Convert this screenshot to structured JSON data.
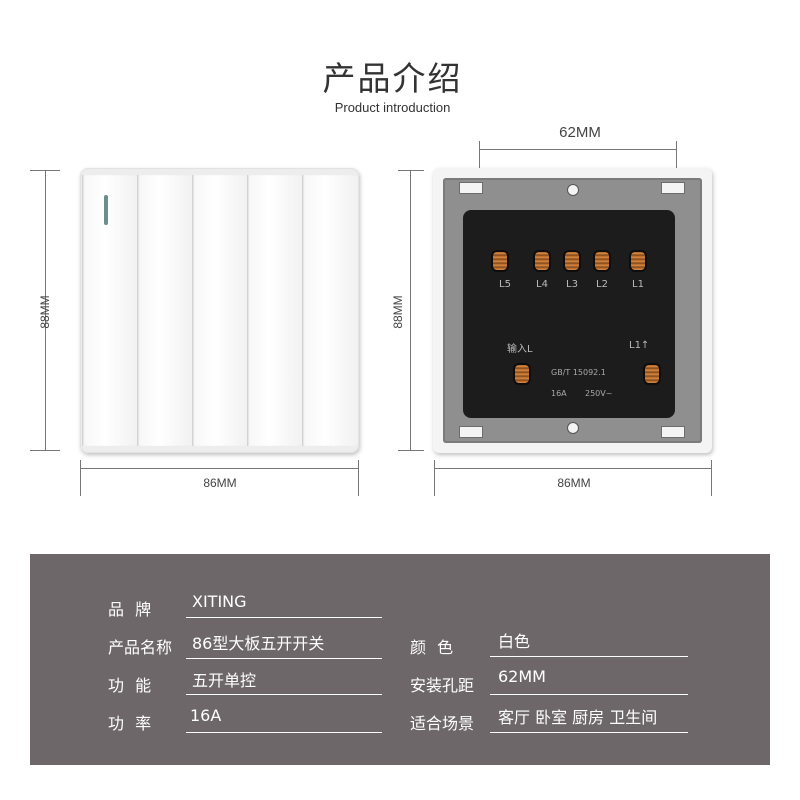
{
  "header": {
    "title_cn": "产品介绍",
    "title_en": "Product introduction"
  },
  "dimensions": {
    "front_height": "88MM",
    "front_width": "86MM",
    "back_height": "88MM",
    "back_width": "86MM",
    "mounting": "62MM"
  },
  "terminals": {
    "labels": [
      "L5",
      "L4",
      "L3",
      "L2",
      "L1"
    ],
    "input_label": "输入L",
    "output_label": "L1↑",
    "standard": "GB/T 15092.1",
    "current": "16A",
    "voltage": "250V~"
  },
  "specs": {
    "brand_label": "品 牌",
    "brand_value": "XITING",
    "name_label": "产品名称",
    "name_value": "86型大板五开开关",
    "color_label": "颜 色",
    "color_value": "白色",
    "function_label": "功 能",
    "function_value": "五开单控",
    "spacing_label": "安装孔距",
    "spacing_value": "62MM",
    "power_label": "功 率",
    "power_value": "16A",
    "scene_label": "适合场景",
    "scene_value": "客厅 卧室 厨房 卫生间"
  },
  "colors": {
    "spec_background": "#6e6769",
    "panel_white": "#ededed",
    "module_black": "#1c1c1c",
    "led_indicator": "#6a8f8c"
  }
}
